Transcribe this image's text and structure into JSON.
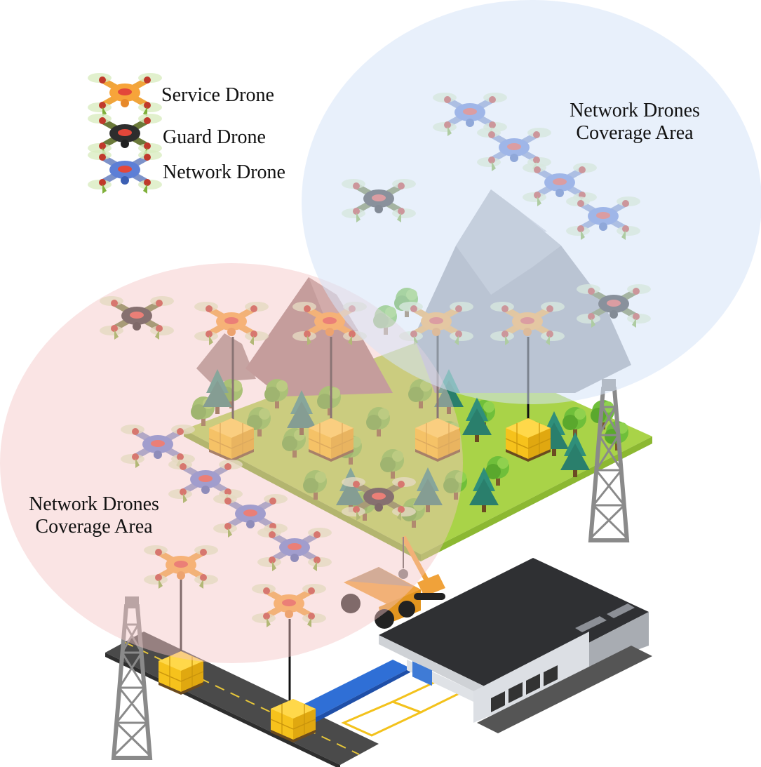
{
  "legend": {
    "service": "Service Drone",
    "guard": "Guard Drone",
    "network": "Network Drone"
  },
  "coverage_top": {
    "line1": "Network Drones",
    "line2": "Coverage Area"
  },
  "coverage_left": {
    "line1": "Network Drones",
    "line2": "Coverage Area"
  },
  "colors": {
    "service_drone": "#f2a33a",
    "guard_drone": "#3a3a3a",
    "network_drone": "#5b7fd4",
    "coverage_blue": "#e3ecfa",
    "coverage_pink": "#f8dcdc",
    "package": "#f5c51c",
    "warehouse_roof": "#2f3033",
    "ground_green": "#a9d348"
  },
  "icons": [
    "service-drone-icon",
    "guard-drone-icon",
    "network-drone-icon",
    "package-icon",
    "mountain-icon",
    "tree-icon",
    "tower-icon",
    "warehouse-icon",
    "truck-icon",
    "excavator-icon"
  ]
}
